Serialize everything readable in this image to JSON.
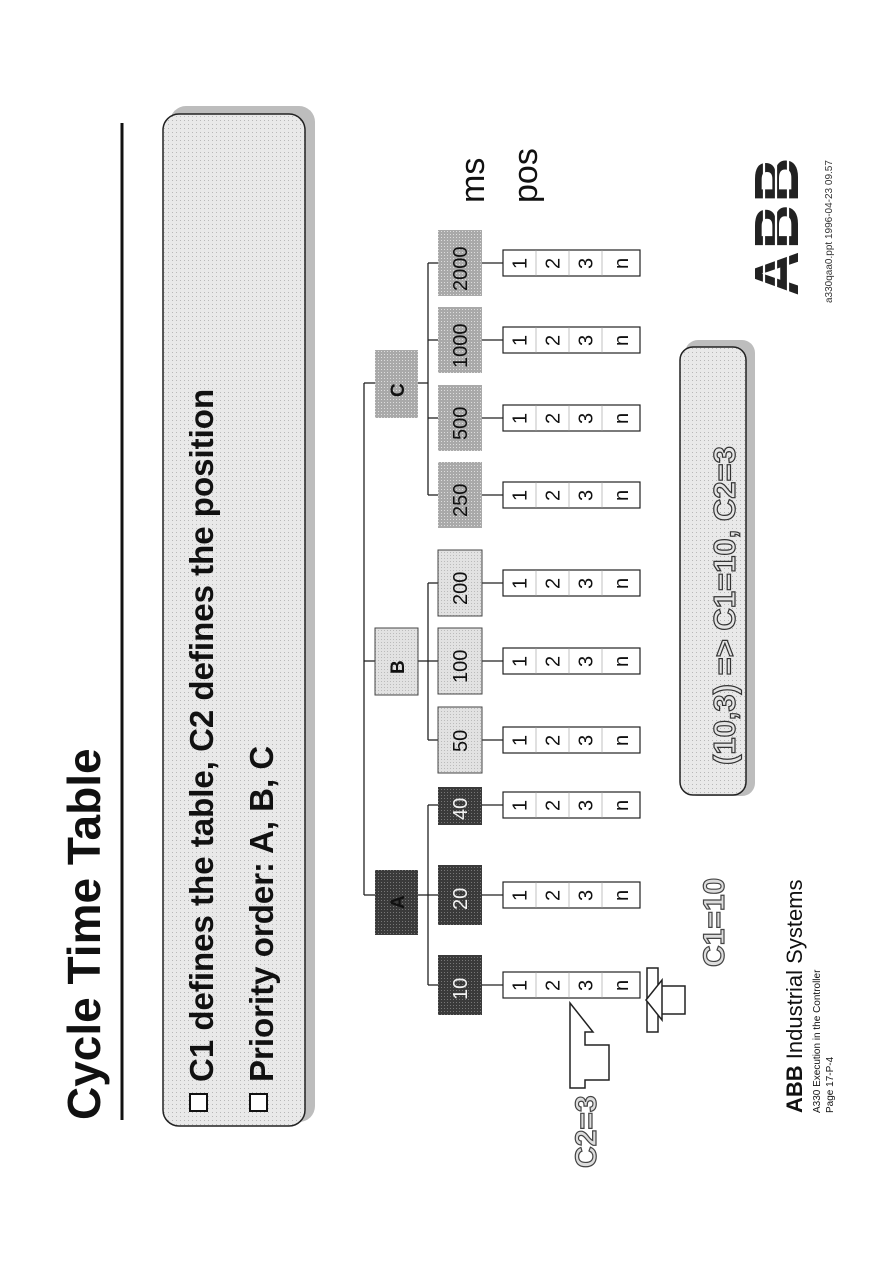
{
  "title": "Cycle Time Table",
  "bullets": [
    "C1 defines the table, C2 defines the position",
    "Priority order: A, B, C"
  ],
  "units": {
    "ms": "ms",
    "pos": "pos"
  },
  "groups": [
    {
      "label": "A",
      "tables": [
        "10",
        "20",
        "40"
      ]
    },
    {
      "label": "B",
      "tables": [
        "50",
        "100",
        "200"
      ]
    },
    {
      "label": "C",
      "tables": [
        "250",
        "500",
        "1000",
        "2000"
      ]
    }
  ],
  "positions": [
    "1",
    "2",
    "3",
    "n"
  ],
  "annotations": {
    "c2": "C2=3",
    "c1": "C1=10"
  },
  "result": "(10,3) => C1=10, C2=3",
  "footer": {
    "company_bold": "ABB",
    "company_rest": " Industrial Systems",
    "line1": "A330 Execution in the Controller",
    "line2": "Page 17-P-4",
    "logo": "ABB",
    "file": "a330qaa0.ppt   1996-04-23  09.57"
  },
  "colors": {
    "groupA": "#3a3a3a",
    "groupB": "#dcdcdc",
    "groupC": "#a8a8a8",
    "panel": "#e6e6e6"
  }
}
